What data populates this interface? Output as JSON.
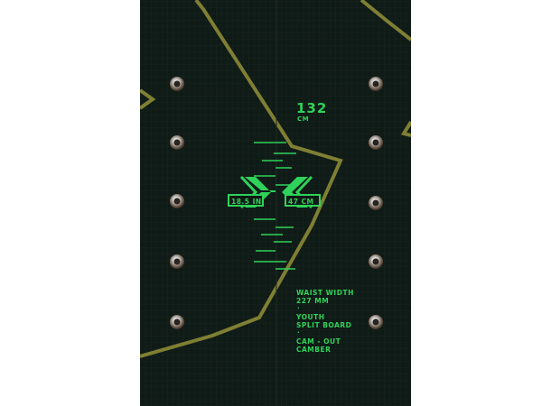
{
  "size": {
    "value": "132",
    "unit": "CM"
  },
  "stance": {
    "inches": "18.5 IN",
    "centimeters": "47 CM"
  },
  "specs": {
    "waist_line1": "WAIST WIDTH",
    "waist_line2": "227 MM",
    "type_line1": "YOUTH",
    "type_line2": "SPLIT BOARD",
    "profile_line1": "CAM - OUT",
    "profile_line2": "CAMBER",
    "separator": "."
  },
  "colors": {
    "board_base": "#0f1b16",
    "graphic_green": "#2fd25a",
    "olive_outline": "#8a8a3a",
    "insert_metal": "#c8c8c8"
  },
  "icons": [
    "stance-arrow-left-icon",
    "stance-arrow-right-icon",
    "mounting-insert-icon"
  ]
}
